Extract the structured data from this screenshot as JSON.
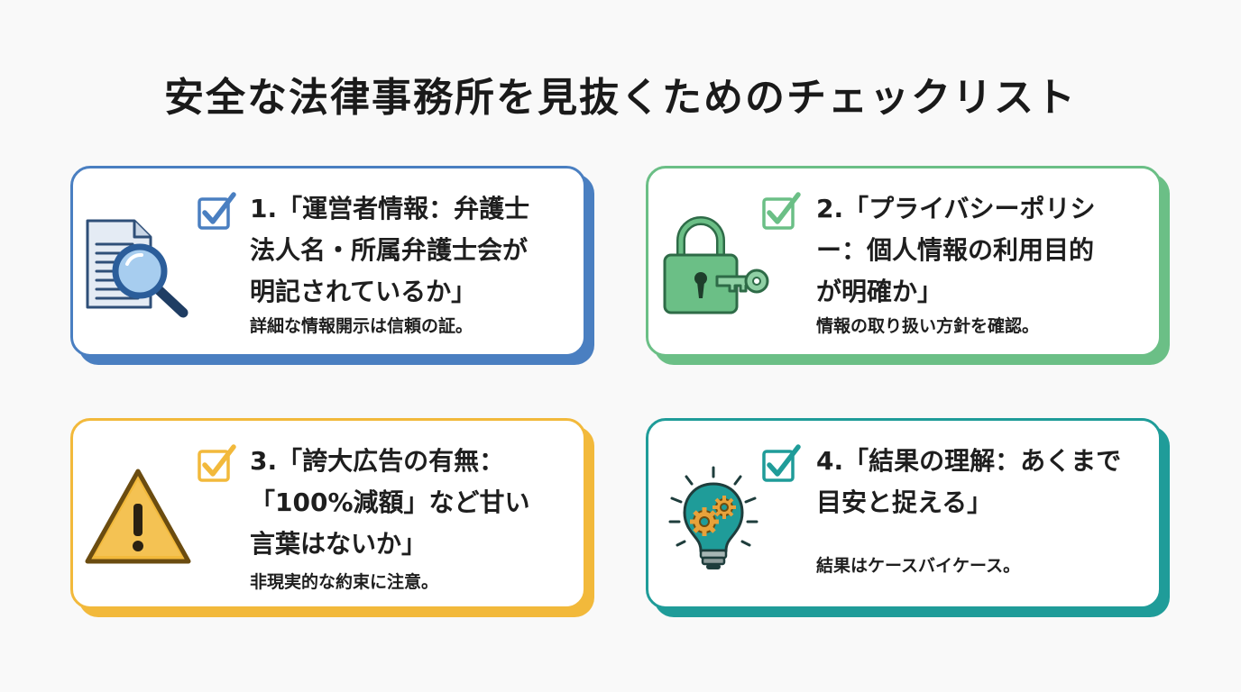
{
  "title": "安全な法律事務所を見抜くためのチェックリスト",
  "colors": {
    "card1": "#4a7fc1",
    "card2": "#6bbf86",
    "card3": "#f2b93b",
    "card4": "#1f9c99"
  },
  "cards": [
    {
      "icon": "document-magnifier-icon",
      "heading": "1.「運営者情報：弁護士\n法人名・所属弁護士会が\n明記されているか」",
      "sub": "詳細な情報開示は信頼の証。"
    },
    {
      "icon": "padlock-key-icon",
      "heading": "2.「プライバシーポリシ\nー：個人情報の利用目的\nが明確か」",
      "sub": "情報の取り扱い方針を確認。"
    },
    {
      "icon": "warning-triangle-icon",
      "heading": "3.「誇大広告の有無：\n「100%減額」など甘い\n言葉はないか」",
      "sub": "非現実的な約束に注意。"
    },
    {
      "icon": "lightbulb-gears-icon",
      "heading": "4.「結果の理解：あくまで\n目安と捉える」",
      "sub": "結果はケースバイケース。"
    }
  ]
}
